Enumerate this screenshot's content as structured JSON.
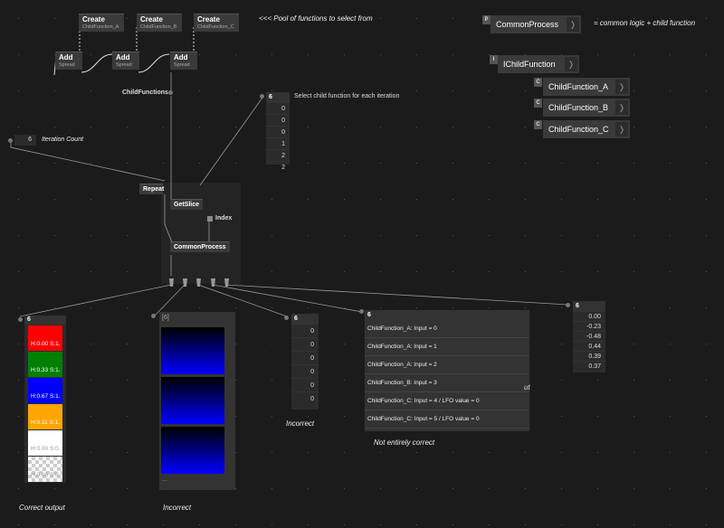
{
  "create_nodes": [
    {
      "title": "Create",
      "sub": "ChildFunction_A"
    },
    {
      "title": "Create",
      "sub": "ChildFunction_B"
    },
    {
      "title": "Create",
      "sub": "ChildFunction_C"
    }
  ],
  "add_nodes": [
    {
      "title": "Add",
      "sub": "Spread"
    },
    {
      "title": "Add",
      "sub": "Spread"
    },
    {
      "title": "Add",
      "sub": "Spread"
    }
  ],
  "pool_note": "<<< Pool of functions to select from",
  "child_functions_label": "ChildFunctions",
  "selector": {
    "count": "6",
    "label": "Select child function for each iteration",
    "values": [
      "0",
      "0",
      "0",
      "1",
      "2",
      "2"
    ]
  },
  "iteration": {
    "value": "6",
    "label": "Iteration Count"
  },
  "repeat_label": "Repeat",
  "getslice_label": "GetSlice",
  "index_label": "Index",
  "commonprocess_label": "CommonProcess",
  "legend": {
    "process": {
      "tag": "P",
      "name": "CommonProcess",
      "note": "= common logic + child function"
    },
    "interface": {
      "tag": "I",
      "name": "IChildFunction"
    },
    "classes": [
      {
        "tag": "C",
        "name": "ChildFunction_A"
      },
      {
        "tag": "C",
        "name": "ChildFunction_B"
      },
      {
        "tag": "C",
        "name": "ChildFunction_C"
      }
    ]
  },
  "colors_out": {
    "count": "6",
    "swatches": [
      {
        "text": "H:0.00 S:1.",
        "color": "#ff0000",
        "fg": "#ffffff"
      },
      {
        "text": "H:0.33 S:1.",
        "color": "#008000",
        "fg": "#ffffff"
      },
      {
        "text": "H:0.67 S:1.",
        "color": "#0000ff",
        "fg": "#ffffff"
      },
      {
        "text": "H:0.11 S:1.",
        "color": "#ffa500",
        "fg": "#ffffff"
      },
      {
        "text": "H:0.00 S:0.",
        "color": "#ffffff",
        "fg": "#999999"
      },
      {
        "text": "H:0.00 S:0.",
        "color": "checker",
        "fg": "#999999"
      }
    ],
    "caption": "Correct output"
  },
  "texture_out": {
    "header": "[6]",
    "footer": "...",
    "caption": "Incorrect"
  },
  "values_out": {
    "count": "6",
    "values": [
      "0",
      "0",
      "0",
      "0",
      "0",
      "0"
    ],
    "caption": "Incorrect"
  },
  "strings_out": {
    "count": "6",
    "rows": [
      "ChildFunction_A: Input = 0",
      "ChildFunction_A: Input = 1",
      "ChildFunction_A: Input = 2",
      "ChildFunction_B: Input = 3",
      "ChildFunction_C: Input = 4 / LFO value = 0",
      "ChildFunction_C: Input = 5 / LFO value = 0"
    ],
    "overflow": "ut",
    "caption": "Not entirely correct"
  },
  "floats_out": {
    "count": "6",
    "values": [
      "0.00",
      "-0.23",
      "-0.48",
      "0.44",
      "0.39",
      "0.37"
    ]
  },
  "colors": {
    "background": "#1b1b1b",
    "node": "#3a3a3a",
    "wire": "#9a9a9a",
    "wire_dashed": "#dddddd"
  }
}
